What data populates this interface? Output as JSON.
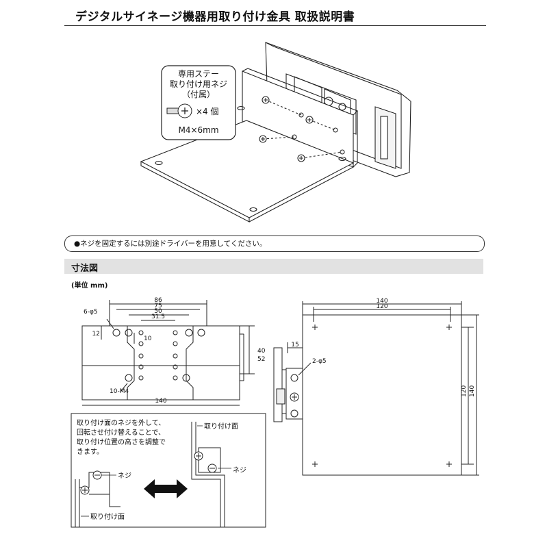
{
  "header": {
    "title": "デジタルサイネージ機器用取り付け金具 取扱説明書"
  },
  "callout": {
    "line1": "専用ステー",
    "line2": "取り付け用ネジ",
    "line3": "（付属）",
    "qty": "×4 個",
    "size": "M4×6mm"
  },
  "note": {
    "text": "●ネジを固定するには別途ドライバーを用意してください。"
  },
  "section": {
    "title": "寸法図",
    "unit": "(単位 mm)"
  },
  "front_view": {
    "hole_label": "6-φ5",
    "tap_label": "10-M4",
    "dims": {
      "w86": "86",
      "w75": "75",
      "w50": "50",
      "w315": "31.5",
      "h12": "12",
      "h10": "10",
      "h40": "40",
      "h52": "52",
      "w140": "140"
    }
  },
  "side_view": {
    "dims": {
      "w140": "140",
      "w120": "120",
      "h120": "120",
      "h140": "140",
      "d15": "15"
    },
    "hole_label": "2-φ5"
  },
  "inset": {
    "text_l1": "取り付け面のネジを外して、",
    "text_l2": "回転させ付け替えることで、",
    "text_l3": "取り付け位置の高さを調整で",
    "text_l4": "きます。",
    "screw_label_left": "ネジ",
    "face_label_left": "取り付け面",
    "face_label_right": "取り付け面",
    "screw_label_right": "ネジ"
  }
}
